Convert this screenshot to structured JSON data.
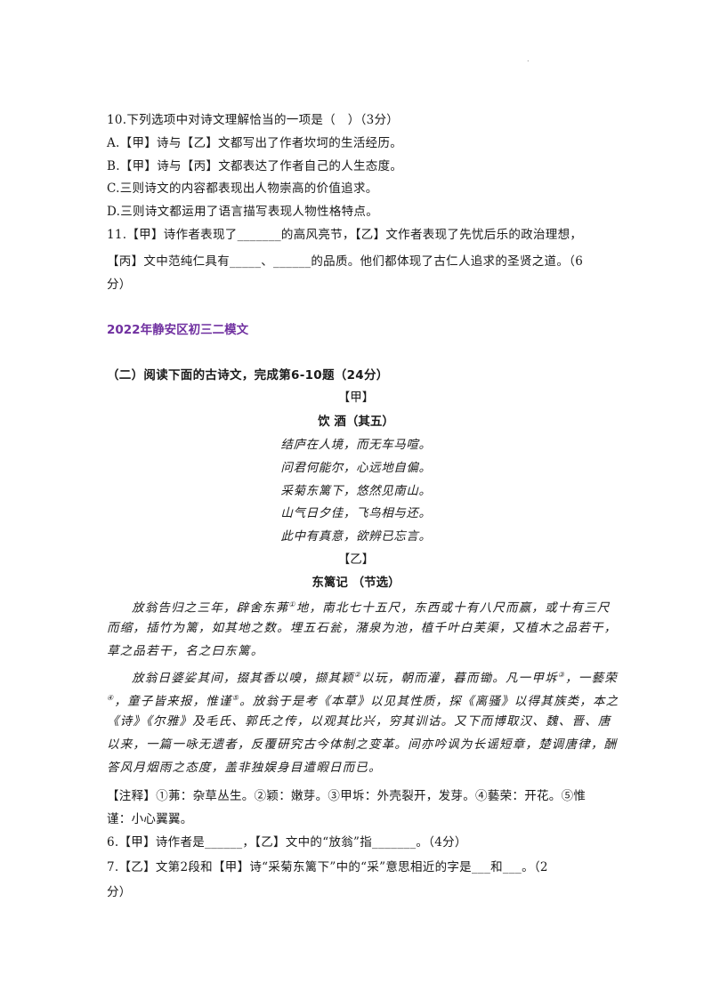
{
  "corner_mark": ".",
  "q10": {
    "stem": "10.下列选项中对诗文理解恰当的一项是（　）（3分）",
    "options": [
      "A.【甲】诗与【乙】文都写出了作者坎坷的生活经历。",
      "B.【甲】诗与【丙】文都表达了作者自己的人生态度。",
      "C.三则诗文的内容都表现出人物崇高的价值追求。",
      "D.三则诗文都运用了语言描写表现人物性格特点。"
    ]
  },
  "q11": {
    "lines": [
      "11.【甲】诗作者表现了_______的高风亮节，【乙】文作者表现了先忧后乐的政治理想，",
      "【丙】文中范纯仁具有_____、______的品质。他们都体现了古仁人追求的圣贤之道。（6",
      "分）"
    ]
  },
  "exam_title": "2022年静安区初三二模文",
  "section_heading": "（二）阅读下面的古诗文，完成第6-10题（24分）",
  "part_jia": {
    "marker": "【甲】",
    "poem_title": "饮  酒（其五）",
    "poem_lines": [
      "结庐在人境，而无车马喧。",
      "问君何能尔，心远地自偏。",
      "采菊东篱下，悠然见南山。",
      "山气日夕佳，飞鸟相与还。",
      "此中有真意，欲辨已忘言。"
    ]
  },
  "part_yi": {
    "marker": "【乙】",
    "title": "东篱记  （节选）",
    "para1": [
      "放翁告归之三年，辟舍东茀",
      "①",
      "地，南北七十五尺，东西或十有八尺而赢，或十有三尺",
      "而缩，插竹为篱，如其地之数。埋五石瓮，潴泉为池，植千叶白芙渠，又植木之品若干，",
      "草之品若干，名之曰东篱。"
    ],
    "para2": [
      "放翁日婆娑其间，掇其香以嗅，撷其颖",
      "②",
      "以玩，朝而灌，暮而锄。凡一甲坼",
      "③",
      "，一藝荣",
      "④",
      "，童子皆来报，惟谨",
      "⑤",
      "。放翁于是考《本草》以见其性质，探《离骚》以得其族类，本之",
      "《诗》《尔雅》及毛氏、郭氏之传，以观其比兴，穷其训诂。又下而博取汉、魏、晋、唐",
      "以来，一篇一咏无遗者，反覆研究古今体制之变革。间亦吟讽为长谣短章，楚调唐律，酬",
      "答风月烟雨之态度，盖非独娱身目遣暇日而已。"
    ]
  },
  "notes": [
    "【注释】①茀：杂草丛生。②颖：嫩芽。③甲坼：外壳裂开，发芽。④藝荣：开花。⑤惟",
    "谨：小心翼翼。"
  ],
  "q6": "6.【甲】诗作者是______，【乙】文中的“放翁”指_______。（4分）",
  "q7": [
    "7.【乙】文第2段和【甲】诗“采菊东篱下”中的“采”意思相近的字是___和___。（2",
    "分）"
  ]
}
